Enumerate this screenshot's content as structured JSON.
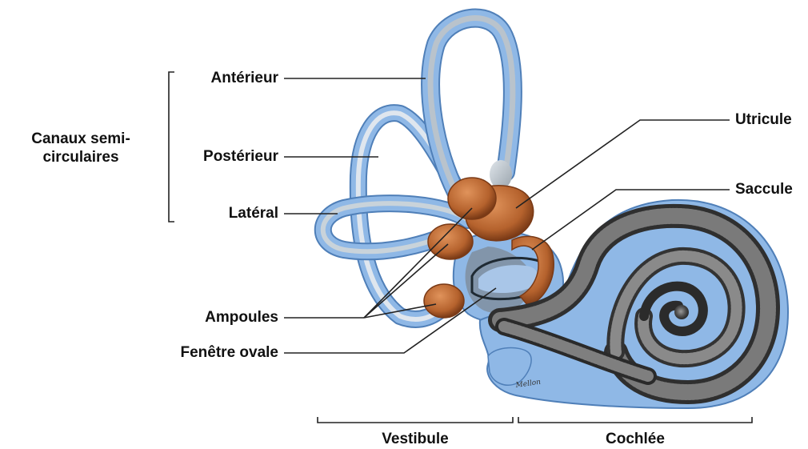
{
  "labels": {
    "group": "Canaux semi-circulaires",
    "anterior": "Antérieur",
    "posterior": "Postérieur",
    "lateral": "Latéral",
    "ampullae": "Ampoules",
    "oval_window": "Fenêtre ovale",
    "utricle": "Utricule",
    "saccule": "Saccule",
    "vestibule": "Vestibule",
    "cochlea": "Cochlée"
  },
  "signature": "Mellon",
  "colors": {
    "membrane": "#8fb8e6",
    "membrane_dark": "#4f7fb8",
    "canal_core": "#c9d3da",
    "sac": "#c1703a",
    "sac_dark": "#7a3a16",
    "cochlea_dark": "#3c3c3c",
    "line": "#222222"
  }
}
